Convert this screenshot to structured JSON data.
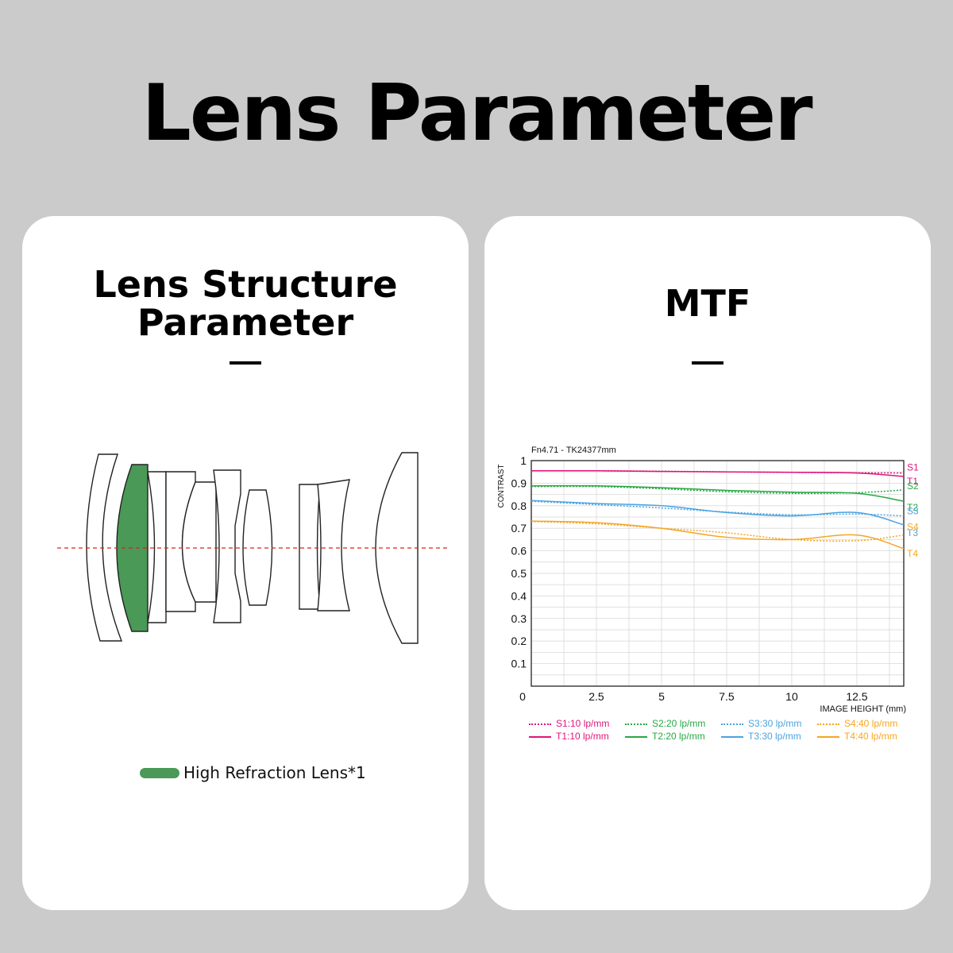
{
  "page": {
    "title": "Lens Parameter"
  },
  "left_card": {
    "title_line1": "Lens Structure",
    "title_line2": "Parameter",
    "legend_label": "High Refraction Lens*1",
    "highlight_color": "#4a9957",
    "axis_color": "#e02020"
  },
  "right_card": {
    "title": "MTF"
  },
  "chart_data": {
    "type": "line",
    "title": "Fn4.71 - TK24377mm",
    "ylabel": "CONTRAST",
    "xlabel": "IMAGE HEIGHT  (mm)",
    "xlim": [
      0,
      14.3
    ],
    "ylim": [
      0,
      1
    ],
    "x_ticks": [
      "0",
      "2.5",
      "5",
      "7.5",
      "10",
      "12.5"
    ],
    "y_ticks": [
      "0.1",
      "0.2",
      "0.3",
      "0.4",
      "0.5",
      "0.6",
      "0.7",
      "0.8",
      "0.9",
      "1"
    ],
    "grid": true,
    "x": [
      0,
      2.5,
      5,
      7.5,
      10,
      12.5,
      14.3
    ],
    "series": [
      {
        "name": "S1:10 lp/mm",
        "end_label": "S1",
        "color": "#e0157c",
        "dash": true,
        "values": [
          0.955,
          0.955,
          0.953,
          0.95,
          0.948,
          0.946,
          0.945
        ]
      },
      {
        "name": "T1:10 lp/mm",
        "end_label": "T1",
        "color": "#e0157c",
        "dash": false,
        "values": [
          0.955,
          0.955,
          0.952,
          0.95,
          0.948,
          0.945,
          0.93
        ]
      },
      {
        "name": "S2:20 lp/mm",
        "end_label": "S2",
        "color": "#27a844",
        "dash": true,
        "values": [
          0.885,
          0.885,
          0.875,
          0.862,
          0.855,
          0.858,
          0.87
        ]
      },
      {
        "name": "T2:20 lp/mm",
        "end_label": "T2",
        "color": "#27a844",
        "dash": false,
        "values": [
          0.888,
          0.888,
          0.88,
          0.868,
          0.86,
          0.855,
          0.82
        ]
      },
      {
        "name": "S3:30 lp/mm",
        "end_label": "S3",
        "color": "#4aa3df",
        "dash": true,
        "values": [
          0.82,
          0.805,
          0.79,
          0.772,
          0.76,
          0.763,
          0.755
        ]
      },
      {
        "name": "T3:30 lp/mm",
        "end_label": "T3",
        "color": "#4aa3df",
        "dash": false,
        "values": [
          0.823,
          0.81,
          0.8,
          0.77,
          0.755,
          0.77,
          0.715
        ]
      },
      {
        "name": "S4:40 lp/mm",
        "end_label": "S4",
        "color": "#f5a623",
        "dash": true,
        "values": [
          0.73,
          0.72,
          0.7,
          0.68,
          0.65,
          0.645,
          0.67
        ]
      },
      {
        "name": "T4:40 lp/mm",
        "end_label": "T4",
        "color": "#f5a623",
        "dash": false,
        "values": [
          0.732,
          0.725,
          0.7,
          0.66,
          0.65,
          0.67,
          0.61
        ]
      }
    ]
  }
}
